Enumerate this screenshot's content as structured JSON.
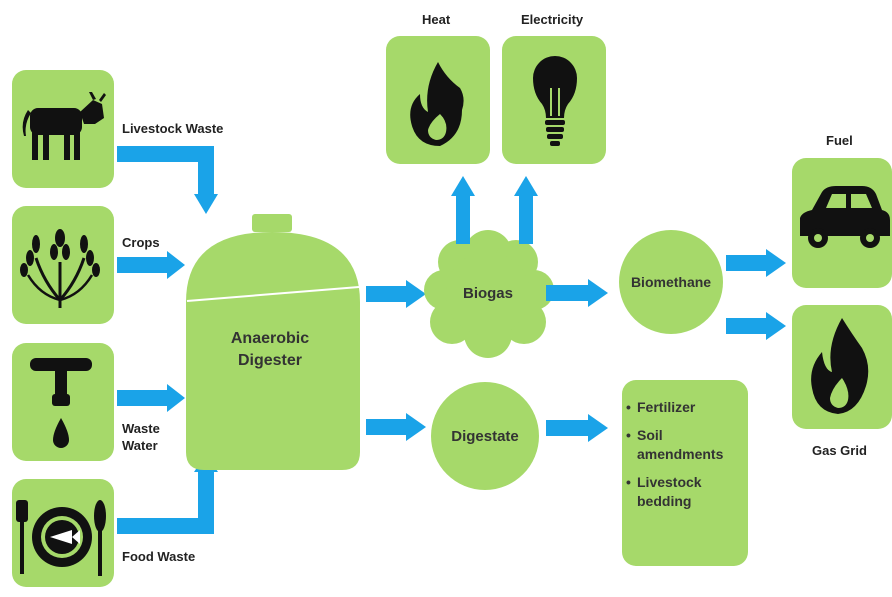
{
  "colors": {
    "box_green": "#a6d96a",
    "arrow_blue": "#1aa3e8",
    "icon_black": "#111111",
    "text_dark": "#222222"
  },
  "inputs": [
    {
      "label": "Livestock Waste",
      "icon": "cow-icon"
    },
    {
      "label": "Crops",
      "icon": "wheat-icon"
    },
    {
      "label_lines": [
        "Waste",
        "Water"
      ],
      "icon": "water-tap-icon"
    },
    {
      "label": "Food Waste",
      "icon": "plate-fish-icon"
    }
  ],
  "digester": {
    "label_lines": [
      "Anaerobic",
      "Digester"
    ]
  },
  "biogas": {
    "label": "Biogas"
  },
  "digestate": {
    "label": "Digestate"
  },
  "biomethane": {
    "label": "Biomethane"
  },
  "heat": {
    "label": "Heat",
    "icon": "flame-icon"
  },
  "electricity": {
    "label": "Electricity",
    "icon": "light-bulb-icon"
  },
  "fuel": {
    "label": "Fuel",
    "icon": "car-icon"
  },
  "gas_grid": {
    "label": "Gas Grid",
    "icon": "gas-flame-icon"
  },
  "digestate_uses": {
    "items": [
      {
        "lines": [
          "Fertilizer"
        ]
      },
      {
        "lines": [
          "Soil",
          "amendments"
        ]
      },
      {
        "lines": [
          "Livestock",
          "bedding"
        ]
      }
    ]
  }
}
